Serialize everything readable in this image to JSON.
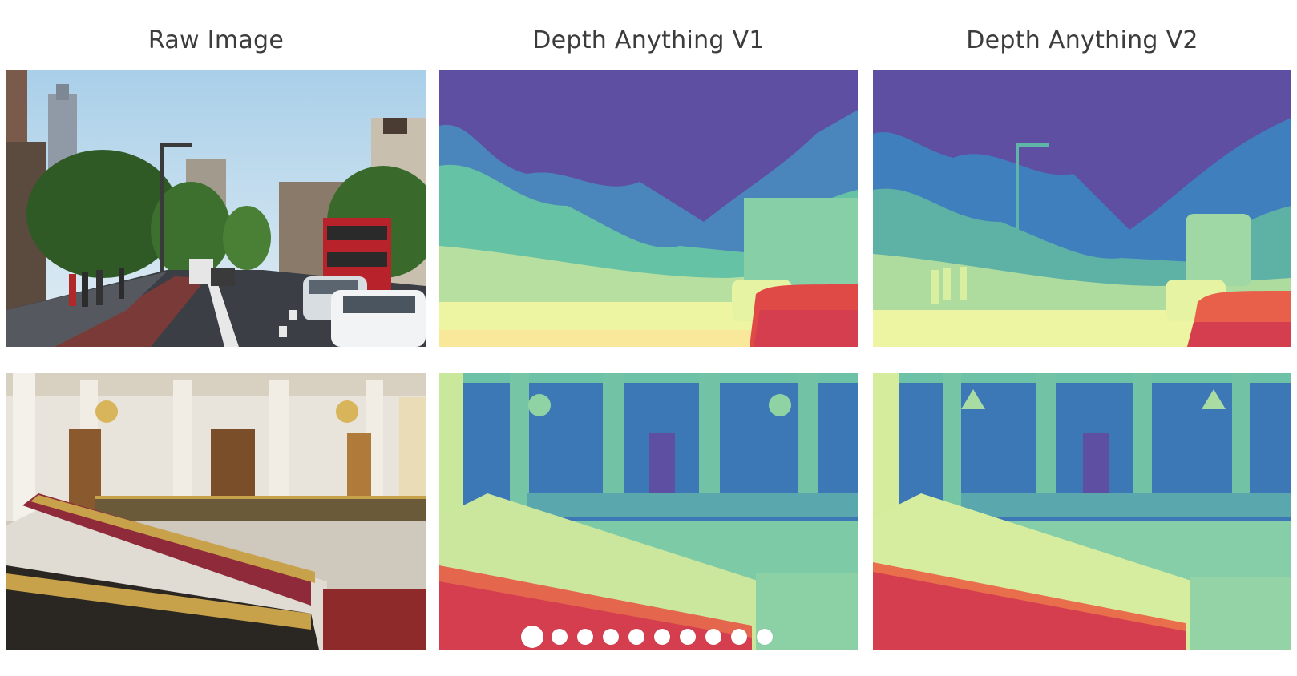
{
  "columns": [
    {
      "title": "Raw Image"
    },
    {
      "title": "Depth Anything V1"
    },
    {
      "title": "Depth Anything V2"
    }
  ],
  "rows": [
    {
      "scene": "street"
    },
    {
      "scene": "staircase-hall"
    }
  ],
  "carousel": {
    "count": 10,
    "active_index": 0
  },
  "colors": {
    "depth_far": "#5e4fa2",
    "depth_mid": "#3288bd",
    "depth_midnear": "#66c2a5",
    "depth_near": "#e6f598",
    "depth_closest": "#d53e4f",
    "title_text": "#3c3c3c",
    "dot": "#ffffff"
  }
}
